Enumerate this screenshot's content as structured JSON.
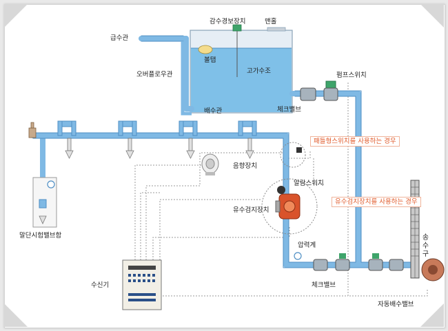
{
  "labels": {
    "inflow_pipe": "급수관",
    "overflow_pipe": "오버플로우관",
    "low_water_alarm": "감수경보장치",
    "manhole": "맨홀",
    "ball_tap": "볼탭",
    "elevated_tank": "고가수조",
    "pump_switch": "펌프스위치",
    "check_valve_top": "체크밸브",
    "drain_pipe": "배수관",
    "sound_device": "음향장치",
    "alarm_switch": "알람스위치",
    "flow_detector": "유수검지장치",
    "end_test_valve": "말단시험밸브함",
    "pressure_gauge": "압력계",
    "check_valve_bottom": "체크밸브",
    "receiver": "수신기",
    "fire_dept_connection": "송수구",
    "auto_drain_valve": "자동배수밸브"
  },
  "callouts": {
    "paddle_switch": "패들형스위치를 사용하는 경우",
    "flow_detector_case": "유수검지장치를 사용하는 경우"
  },
  "colors": {
    "pipe": "#7fb9e4",
    "pipe_stroke": "#4f8fc4",
    "water": "#7fc0e8",
    "callout_text": "#e05a2a",
    "signal_wire": "#9a9a9a",
    "valve_red": "#d9532b"
  }
}
